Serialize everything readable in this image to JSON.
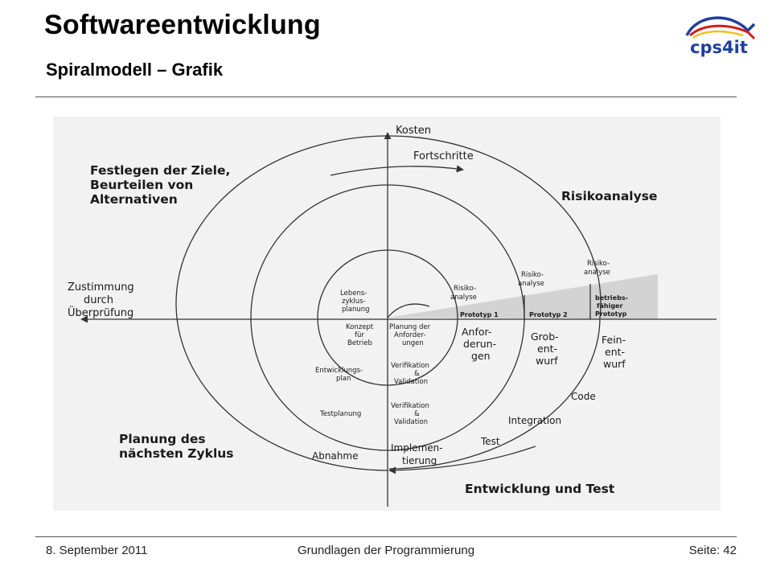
{
  "slide": {
    "title": "Softwareentwicklung",
    "subtitle": "Spiralmodell – Grafik"
  },
  "logo": {
    "text": "cps4it",
    "icon": "fish-icon"
  },
  "footer": {
    "date": "8. September 2011",
    "center": "Grundlagen der Programmierung",
    "page": "Seite: 42"
  },
  "diagram": {
    "axis_top": "Kosten",
    "progress_label": "Fortschritte",
    "agree_label": [
      "Zustimmung",
      "durch",
      "Überprüfung"
    ],
    "quadrant_tl": [
      "Festlegen der Ziele,",
      "Beurteilen von",
      "Alternativen"
    ],
    "quadrant_tr": "Risikoanalyse",
    "quadrant_bl": [
      "Planung des",
      "nächsten Zyklus"
    ],
    "quadrant_br": "Entwicklung und Test",
    "risk1": [
      "Risiko-",
      "analyse"
    ],
    "risk2": [
      "Risiko-",
      "analyse"
    ],
    "risk3": [
      "Risiko-",
      "analyse"
    ],
    "prototype1": "Prototyp 1",
    "prototype2": "Prototyp 2",
    "prototype3": [
      "betriebs-",
      "fähiger",
      "Prototyp"
    ],
    "lifecycle": [
      "Lebens-",
      "zyklus-",
      "planung"
    ],
    "concept": [
      "Konzept",
      "für",
      "Betrieb"
    ],
    "req_planning": [
      "Planung der",
      "Anforder-",
      "ungen"
    ],
    "requirements": [
      "Anfor-",
      "derun-",
      "gen"
    ],
    "rough_design": [
      "Grob-",
      "ent-",
      "wurf"
    ],
    "fine_design": [
      "Fein-",
      "ent-",
      "wurf"
    ],
    "dev_plan": [
      "Entwicklungs-",
      "plan"
    ],
    "verif1": [
      "Verifikation",
      "&",
      "Validation"
    ],
    "test_planning": "Testplanung",
    "verif2": [
      "Verifikation",
      "&",
      "Validation"
    ],
    "code": "Code",
    "integration": "Integration",
    "test": "Test",
    "acceptance": "Abnahme",
    "implementation": [
      "Implemen-",
      "tierung"
    ]
  },
  "colors": {
    "shade": "#d3d3d3",
    "line": "#333333",
    "logo_blue": "#1f3f9e",
    "logo_red": "#d21c1c"
  }
}
